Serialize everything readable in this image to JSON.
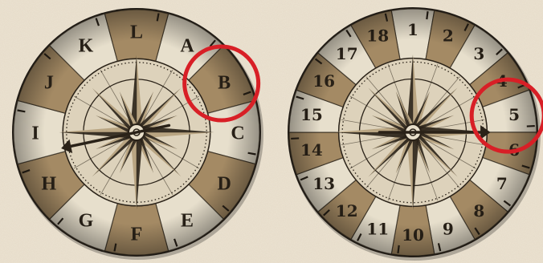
{
  "puzzle": {
    "left_dial": {
      "labels": [
        "A",
        "B",
        "C",
        "D",
        "E",
        "F",
        "G",
        "H",
        "I",
        "J",
        "K",
        "L"
      ],
      "highlighted": "B",
      "highlight_color": "#d81f26"
    },
    "right_dial": {
      "labels": [
        "1",
        "2",
        "3",
        "4",
        "5",
        "6",
        "7",
        "8",
        "9",
        "10",
        "11",
        "12",
        "13",
        "14",
        "15",
        "16",
        "17",
        "18"
      ],
      "highlighted": "5",
      "highlight_color": "#d81f26"
    },
    "colors": {
      "parchment_background": "#ece3d2",
      "light_segment": "#e7dfcc",
      "dark_segment": "#a48a64",
      "ink": "#2a2218",
      "rim": "#1f1a14"
    },
    "icons": [
      "compass-rose-icon",
      "highlight-ring-icon",
      "pointer-needle-icon"
    ]
  }
}
